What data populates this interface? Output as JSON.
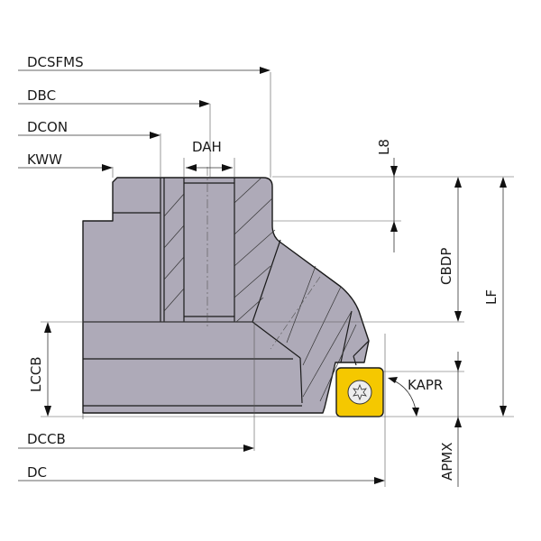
{
  "labels": {
    "dcsfms": "DCSFMS",
    "dbc": "DBC",
    "dcon": "DCON",
    "kww": "KWW",
    "dah": "DAH",
    "l8": "L8",
    "cbdp": "CBDP",
    "lf": "LF",
    "lccb": "LCCB",
    "kapr": "KAPR",
    "dccb": "DCCB",
    "dc": "DC",
    "apmx": "APMX"
  },
  "colors": {
    "body": "#aeaab8",
    "insert": "#f5c800"
  }
}
